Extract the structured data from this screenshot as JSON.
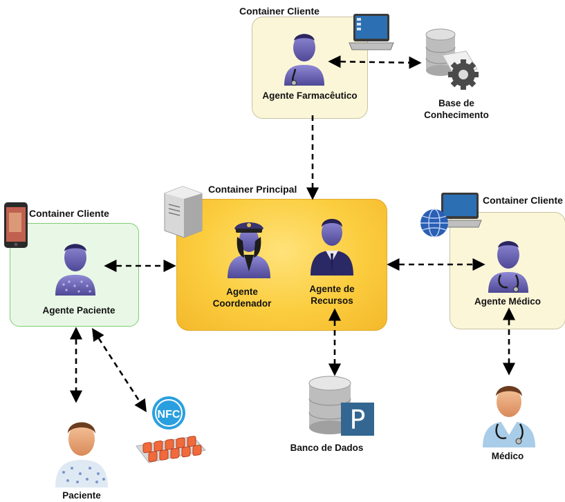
{
  "containers": {
    "farmaceutico": {
      "title": "Container Cliente",
      "agent": "Agente Farmacêutico"
    },
    "principal": {
      "title": "Container Principal",
      "coordenador": [
        "Agente",
        "Coordenador"
      ],
      "recursos": [
        "Agente de",
        "Recursos"
      ]
    },
    "paciente": {
      "title": "Container Cliente",
      "agent": "Agente Paciente"
    },
    "medico": {
      "title": "Container Cliente",
      "agent": "Agente Médico"
    }
  },
  "external": {
    "base_conhecimento": [
      "Base de",
      "Conhecimento"
    ],
    "banco_dados": "Banco de Dados",
    "medico": "Médico",
    "paciente": "Paciente",
    "nfc": "NFC"
  },
  "colors": {
    "client_box": "#fbf6d8",
    "principal_box": "#f9c93a",
    "paciente_box": "#e9f8e6",
    "paciente_border": "#7ccc72",
    "agent_body": "#6f68b8",
    "arrow": "#000000"
  },
  "icons": [
    "laptop-icon",
    "database-gear-icon",
    "server-icon",
    "smartphone-icon",
    "globe-laptop-icon",
    "postgres-database-icon",
    "nfc-icon",
    "pill-pack-icon",
    "doctor-icon",
    "patient-icon",
    "pilot-agent-icon",
    "businessman-agent-icon"
  ]
}
